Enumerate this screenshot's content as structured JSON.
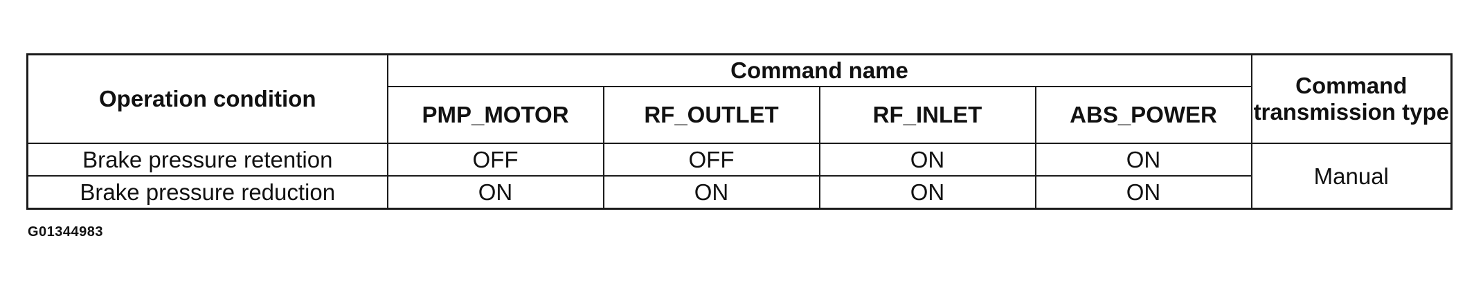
{
  "table": {
    "operation_condition_header": "Operation condition",
    "command_name_header": "Command name",
    "command_transmission_type_header": "Command transmission type",
    "columns": [
      "PMP_MOTOR",
      "RF_OUTLET",
      "RF_INLET",
      "ABS_POWER"
    ],
    "rows": [
      {
        "condition": "Brake pressure retention",
        "values": [
          "OFF",
          "OFF",
          "ON",
          "ON"
        ]
      },
      {
        "condition": "Brake pressure reduction",
        "values": [
          "ON",
          "ON",
          "ON",
          "ON"
        ]
      }
    ],
    "transmission_type": "Manual"
  },
  "figure_id": "G01344983"
}
